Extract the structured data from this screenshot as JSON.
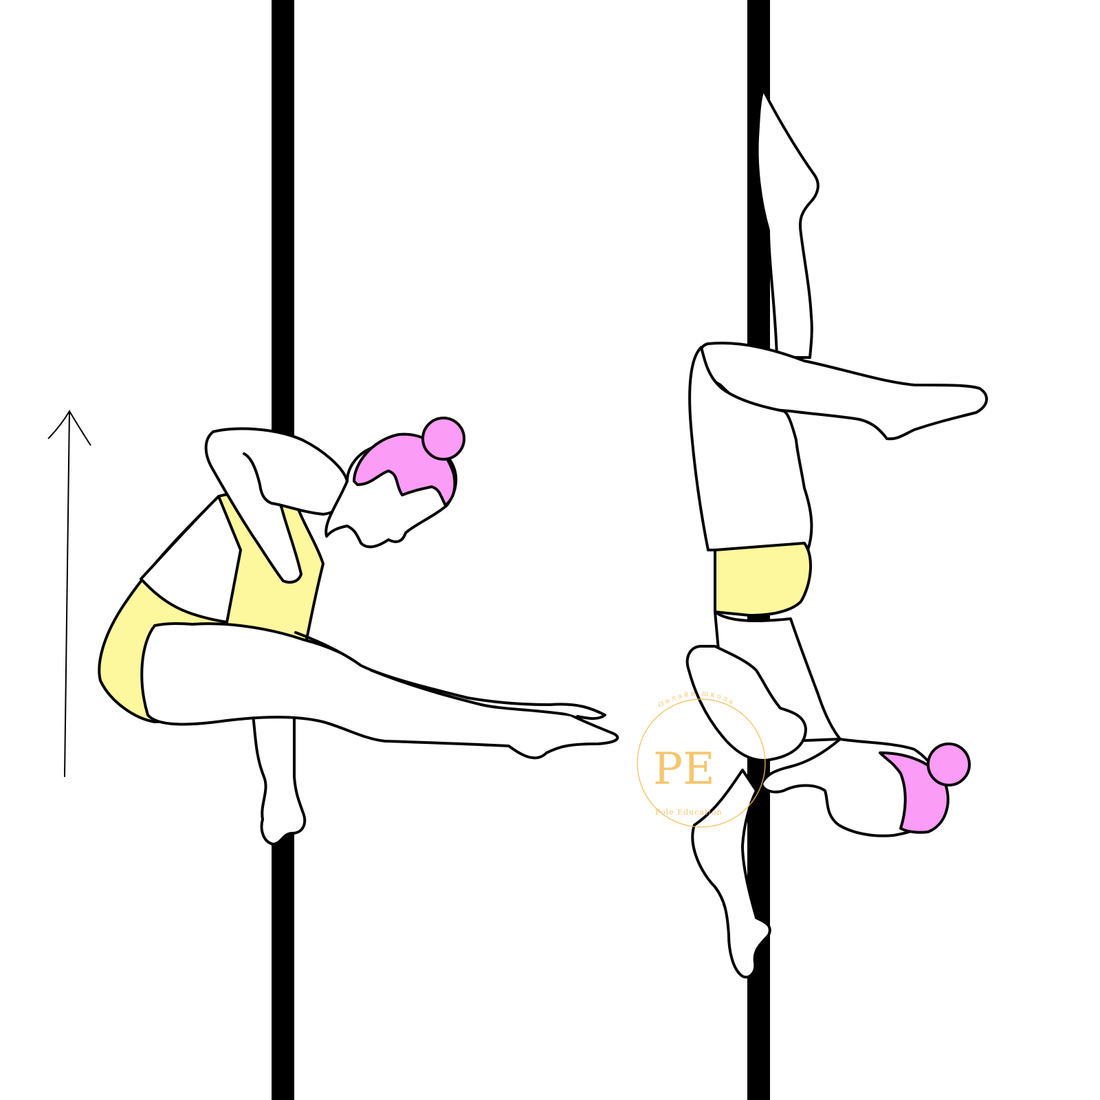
{
  "illustration": {
    "background": "#ffffff",
    "pole_color": "#000000",
    "skin_color": "#ffffff",
    "outline_color": "#000000",
    "hair_color": "#fb9cf7",
    "leotard_color": "#fdf79d",
    "figures": [
      "figure-left-sitting",
      "figure-right-inverted"
    ],
    "arrow_direction": "up"
  },
  "watermark": {
    "monogram": "PE",
    "brand": "Pole Education",
    "arc_text": "Онлайн школа",
    "color": "#f5bd58"
  }
}
